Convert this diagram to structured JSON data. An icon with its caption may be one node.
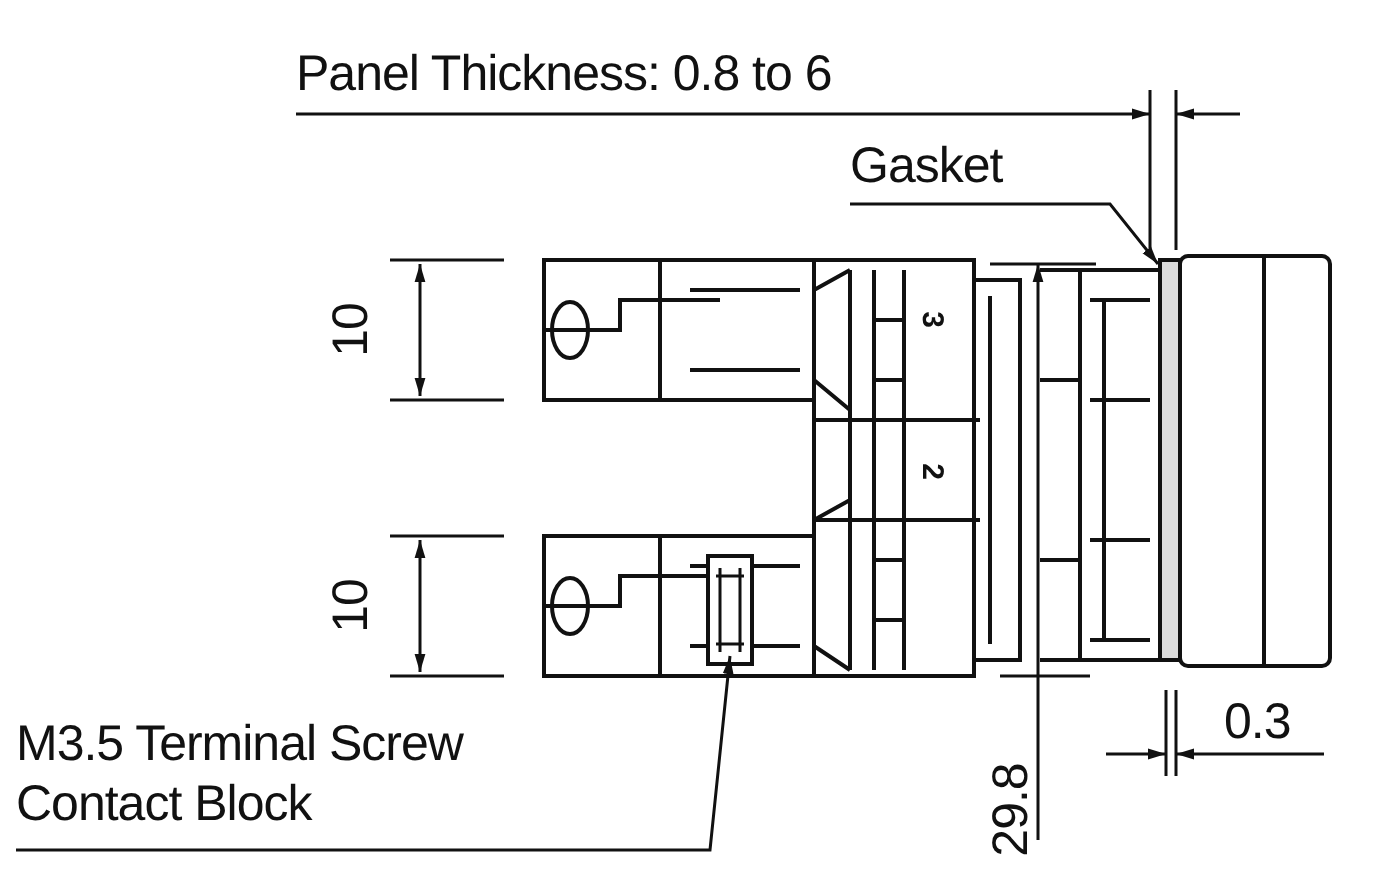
{
  "diagram": {
    "nodes": [
      {
        "text": [
          "Gasket"
        ]
      },
      {
        "text": [],
        "shape": "bar"
      },
      {
        "text": [
          "M3.5 Terminal Screw",
          "Contact Block"
        ]
      },
      {
        "text": [],
        "shape": "picture"
      }
    ],
    "edges": [
      {
        "from": 0,
        "to": 1,
        "arrow": "to"
      },
      {
        "from": 2,
        "to": 3,
        "arrow": "to"
      }
    ],
    "labels": [
      "Panel Thickness: 0.8 to 6",
      "10",
      "3",
      "2",
      "10",
      "29.8",
      "0.3"
    ]
  }
}
